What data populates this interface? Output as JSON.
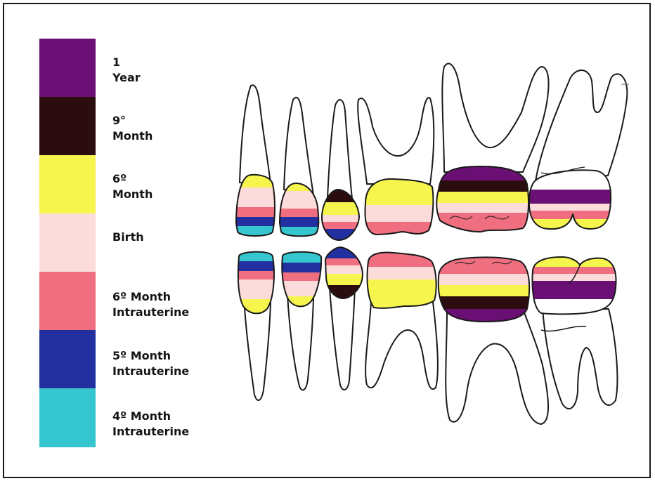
{
  "legend": {
    "items": [
      {
        "label": "1 Year",
        "color": "#6a0f73"
      },
      {
        "label": "9° Month",
        "color": "#2c0d0f"
      },
      {
        "label": "6º Month",
        "color": "#f6f54e"
      },
      {
        "label": "Birth",
        "color": "#fbdcdb"
      },
      {
        "label": "6º Month\nIntrauterine",
        "color": "#ef6f80"
      },
      {
        "label": "5º Month\nIntrauterine",
        "color": "#22309f"
      },
      {
        "label": "4º Month\nIntrauterine",
        "color": "#35c6cf"
      }
    ]
  },
  "diagram": {
    "upper_arch": [
      "central-incisor",
      "lateral-incisor",
      "canine",
      "first-molar",
      "second-molar",
      "third-molar"
    ],
    "lower_arch": [
      "central-incisor",
      "lateral-incisor",
      "canine",
      "first-molar",
      "second-molar",
      "third-molar"
    ]
  }
}
